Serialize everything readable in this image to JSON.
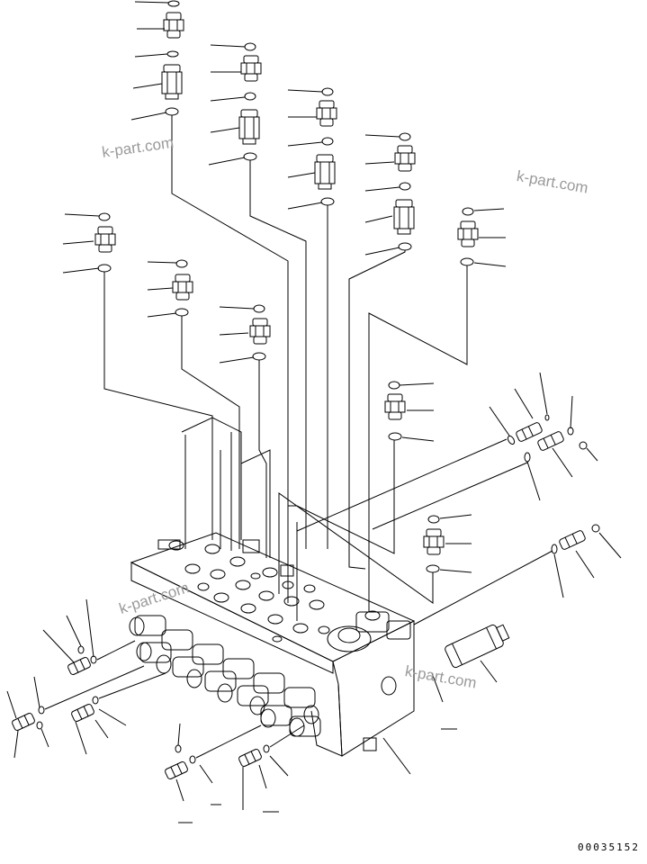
{
  "watermark": {
    "text": "k-part.com"
  },
  "drawing_number": "00035152",
  "parts": [
    "fitting-column-1",
    "fitting-column-2",
    "fitting-column-3",
    "fitting-column-4",
    "fitting-column-5",
    "fitting-column-6",
    "fitting-column-7",
    "fitting-column-8",
    "fitting-column-9",
    "fitting-column-10",
    "control-valve-assembly"
  ],
  "colors": {
    "line": "#000000",
    "watermark": "#9a9a9a",
    "background": "#ffffff"
  }
}
